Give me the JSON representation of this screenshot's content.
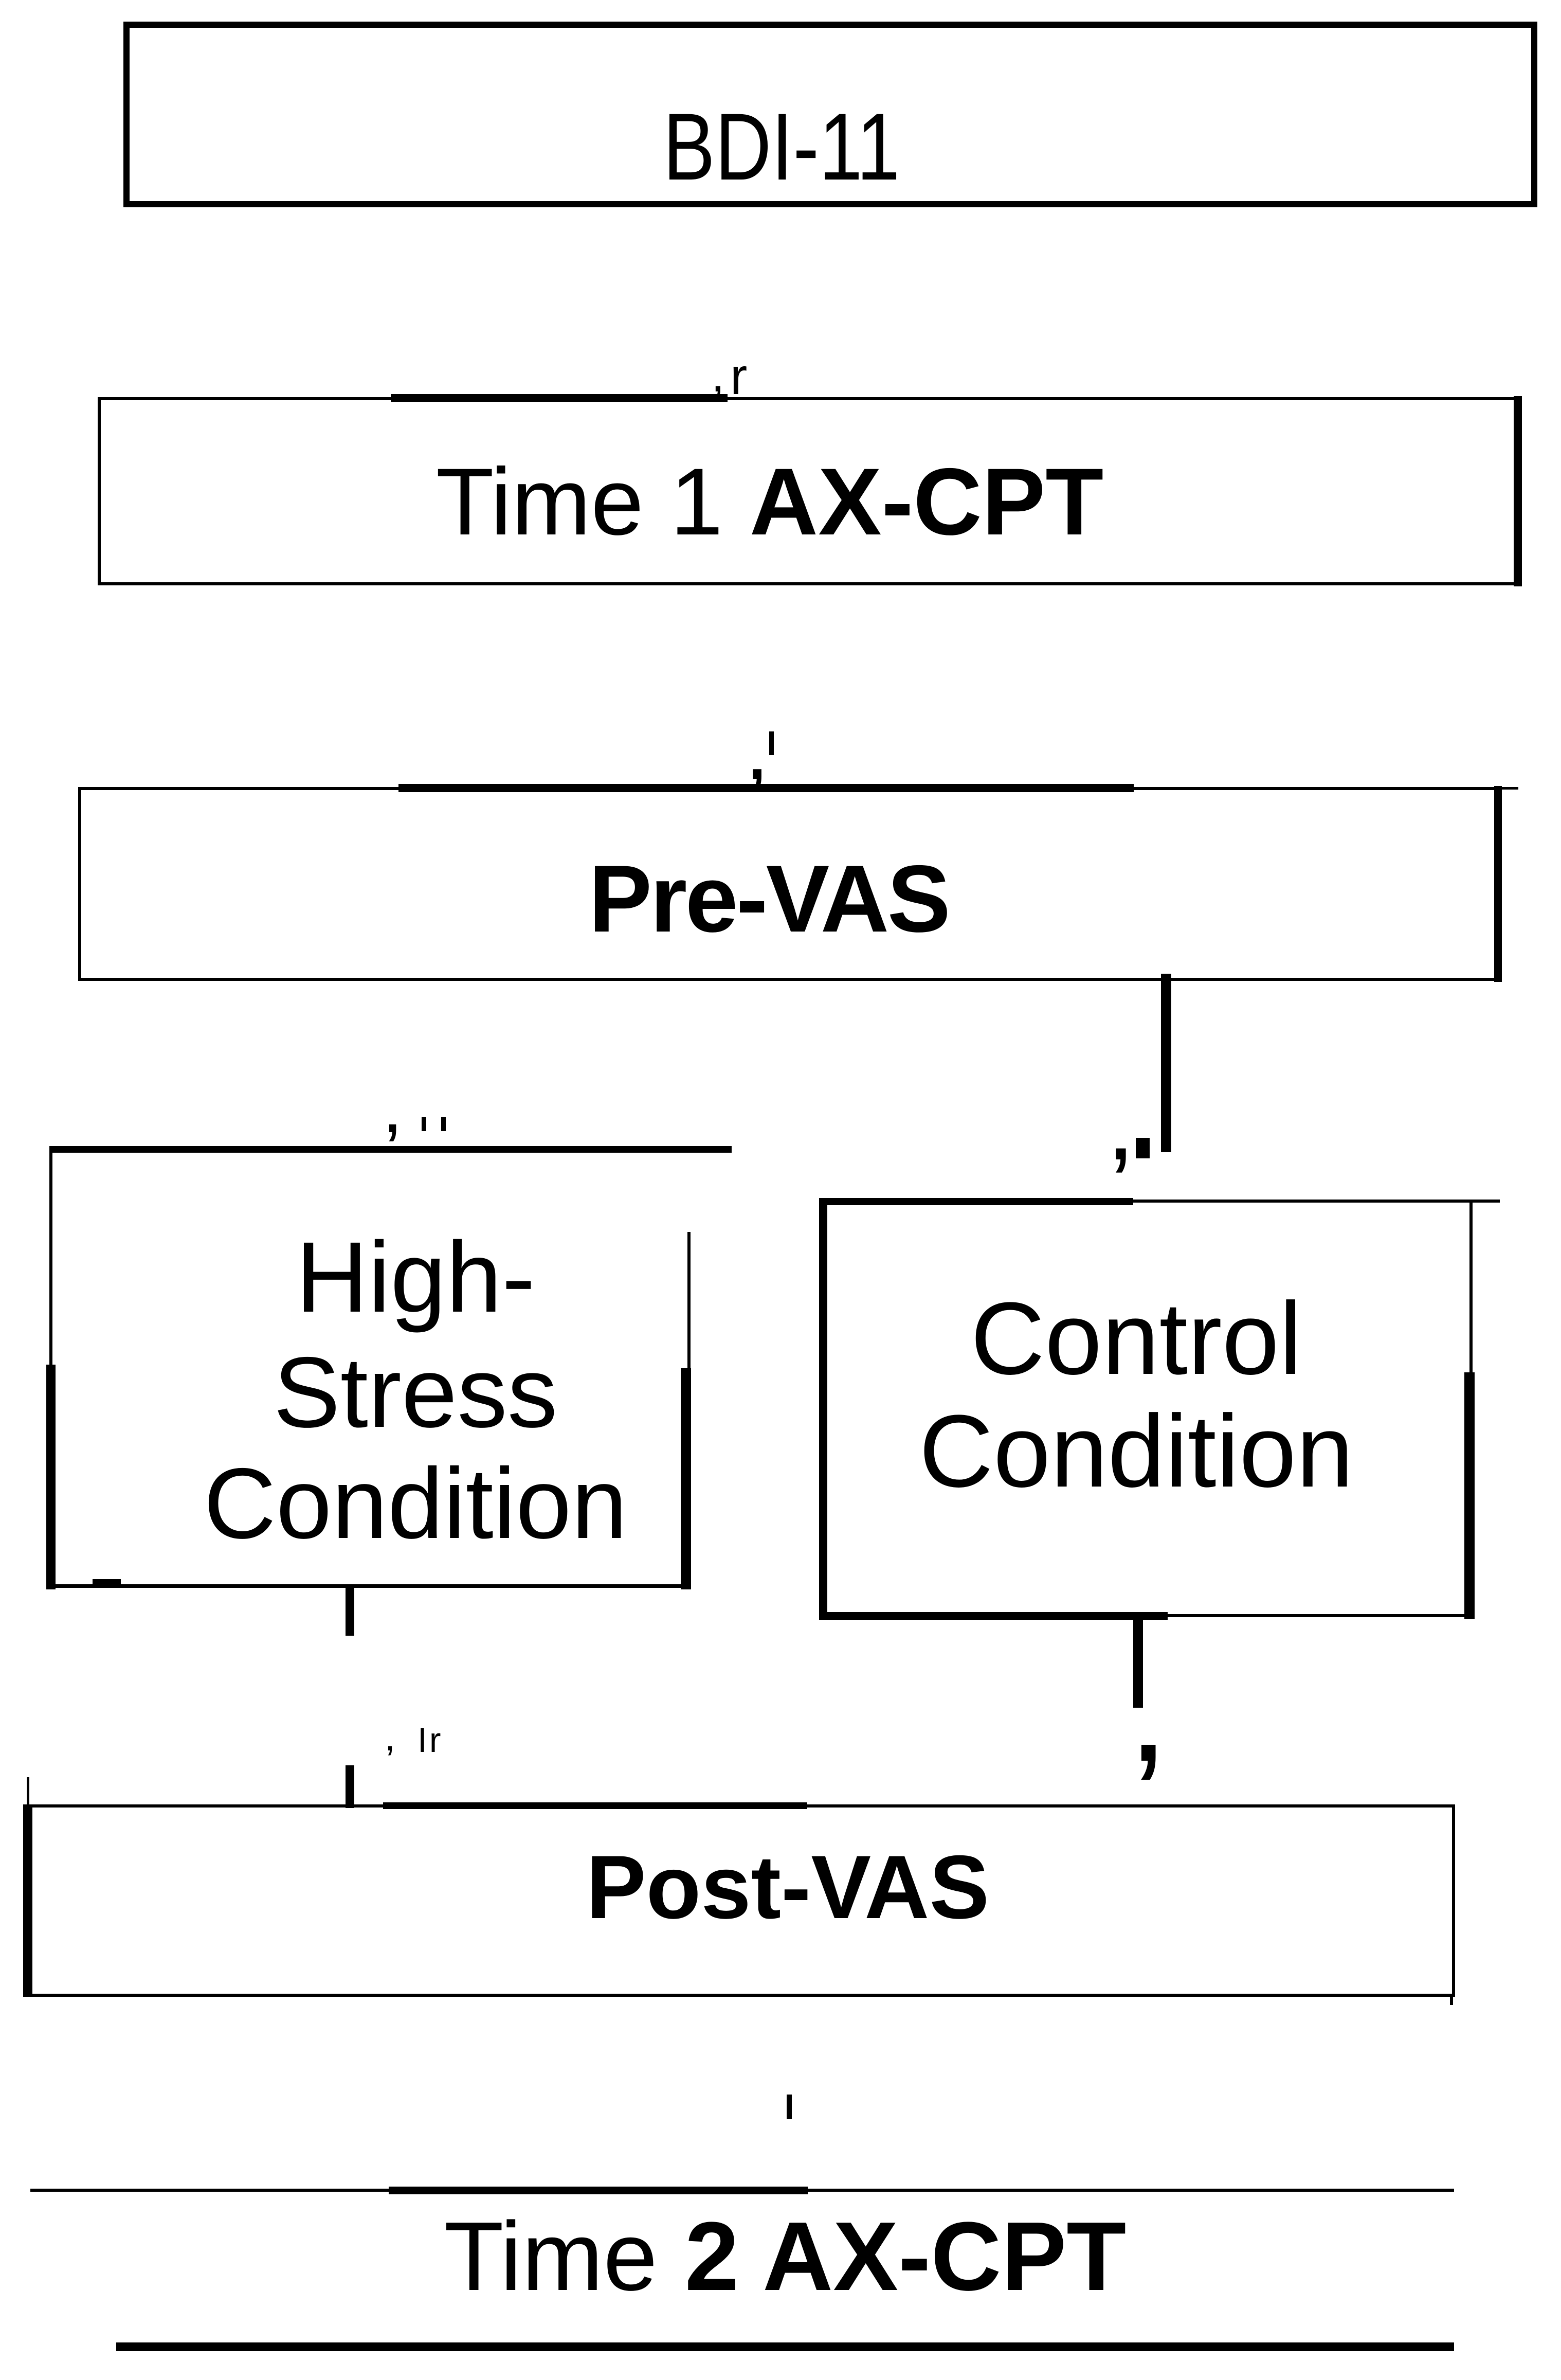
{
  "colors": {
    "ink": "#000000",
    "paper": "#ffffff"
  },
  "boxes": {
    "bdi": {
      "label": "BDI-11"
    },
    "time1": {
      "prefix": "Time 1 ",
      "suffix": "AX-CPT"
    },
    "pre_vas": {
      "label": "Pre-VAS"
    },
    "high_stress": {
      "line1": "High-",
      "line2": "Stress",
      "line3": "Condition"
    },
    "control": {
      "line1": "Control",
      "line2": "Condition"
    },
    "post_vas": {
      "label": "Post-VAS"
    },
    "time2": {
      "prefix": "Time ",
      "suffix": "2 AX-CPT"
    }
  },
  "artifacts": {
    "comma": ",",
    "r": "r",
    "ir": "Ir",
    "tick": ""
  }
}
